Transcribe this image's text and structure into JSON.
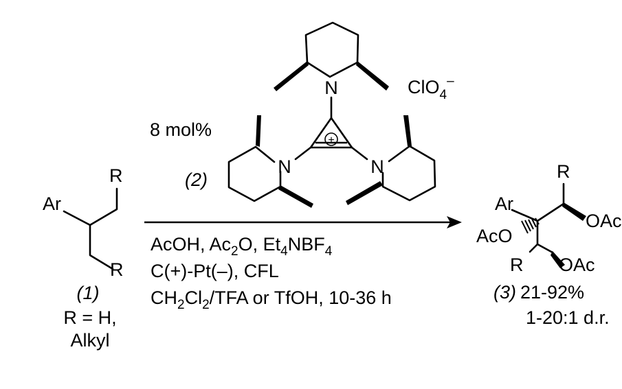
{
  "catalyst": {
    "loading": "8 mol%",
    "number": "(2)",
    "counterion": "ClO",
    "counterion_sub": "4",
    "counterion_sup": "–",
    "charge": "+",
    "n_atom": "N"
  },
  "substrate": {
    "ar": "Ar",
    "r_top": "R",
    "r_bottom": "R",
    "number": "(1)",
    "r_def_line1": "R = H,",
    "r_def_line2": "Alkyl"
  },
  "conditions": {
    "line1": {
      "a": "AcOH, Ac",
      "a_sub": "2",
      "b": "O, Et",
      "b_sub": "4",
      "c": "NBF",
      "c_sub": "4"
    },
    "line2": "C(+)-Pt(–), CFL",
    "line3": {
      "a": "CH",
      "a_sub": "2",
      "b": "Cl",
      "b_sub": "2",
      "c": "/TFA or TfOH, 10-36 h"
    }
  },
  "product": {
    "ar": "Ar",
    "r_top": "R",
    "r_bottom": "R",
    "oac_top": "OAc",
    "aco_left": "AcO",
    "oac_bottom": "OAc",
    "number": "(3)",
    "yield": "21-92%",
    "dr": "1-20:1 d.r."
  }
}
